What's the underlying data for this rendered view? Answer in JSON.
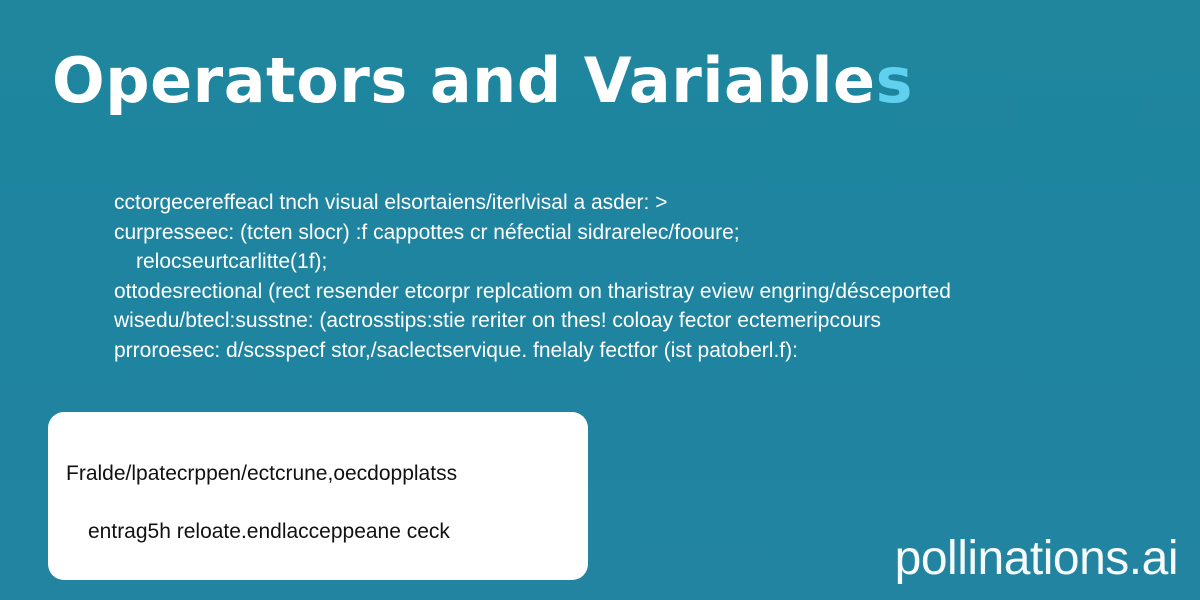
{
  "title": {
    "main": "Operators and Variable",
    "accent_char": "s"
  },
  "body_lines": [
    "cctorgecereffeacl tnch visual elsortaiens/iterlvisal a asder:  >",
    "curpresseec: (tcten slocr) :f cappottes cr néfectial sidrarelec/fooure;",
    "relocseurtcarlitte(1f);",
    "ottodesrectional (rect resender etcorpr replcatiom on tharistray eview engring/désceported",
    "wisedu/btecl:susstne: (actrosstips:stie reriter on thes! coloay fector ectemeripcours",
    "prroroesec: d/scsspecf stor,/saclectservique. fnelaly fectfor (ist patoberl.f):"
  ],
  "card": {
    "line1": "Fralde/lpatecrppen/ectcrune,oecdopplatss",
    "line2": "entrag5h reloate.endlacceppeane ceck"
  },
  "watermark": "pollinations.ai",
  "colors": {
    "background": "#1f859c",
    "title_accent": "#5fd1ee",
    "text": "#ffffff",
    "card_bg": "#ffffff",
    "card_text": "#111111"
  }
}
